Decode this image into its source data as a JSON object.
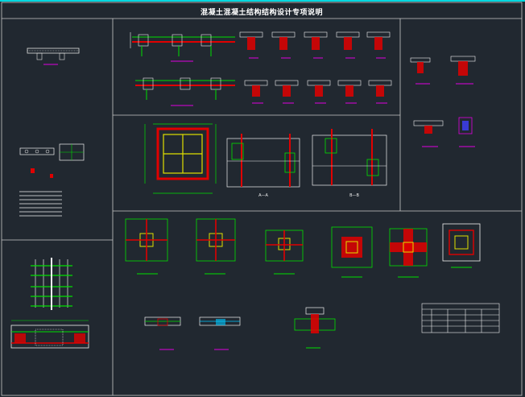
{
  "drawing": {
    "title": "混凝土混凝土结构结构设计专项说明",
    "colors": {
      "background": "#212830",
      "frame": "#c8c8c8",
      "accent_top": "#00d8e0",
      "green": "#00e000",
      "red": "#e00000",
      "magenta": "#e000e0",
      "yellow": "#e0e000",
      "white": "#f0f0f0",
      "cyan": "#00c8ff",
      "blue": "#4040ff"
    },
    "section_labels": [
      "A—A",
      "B—B"
    ]
  }
}
